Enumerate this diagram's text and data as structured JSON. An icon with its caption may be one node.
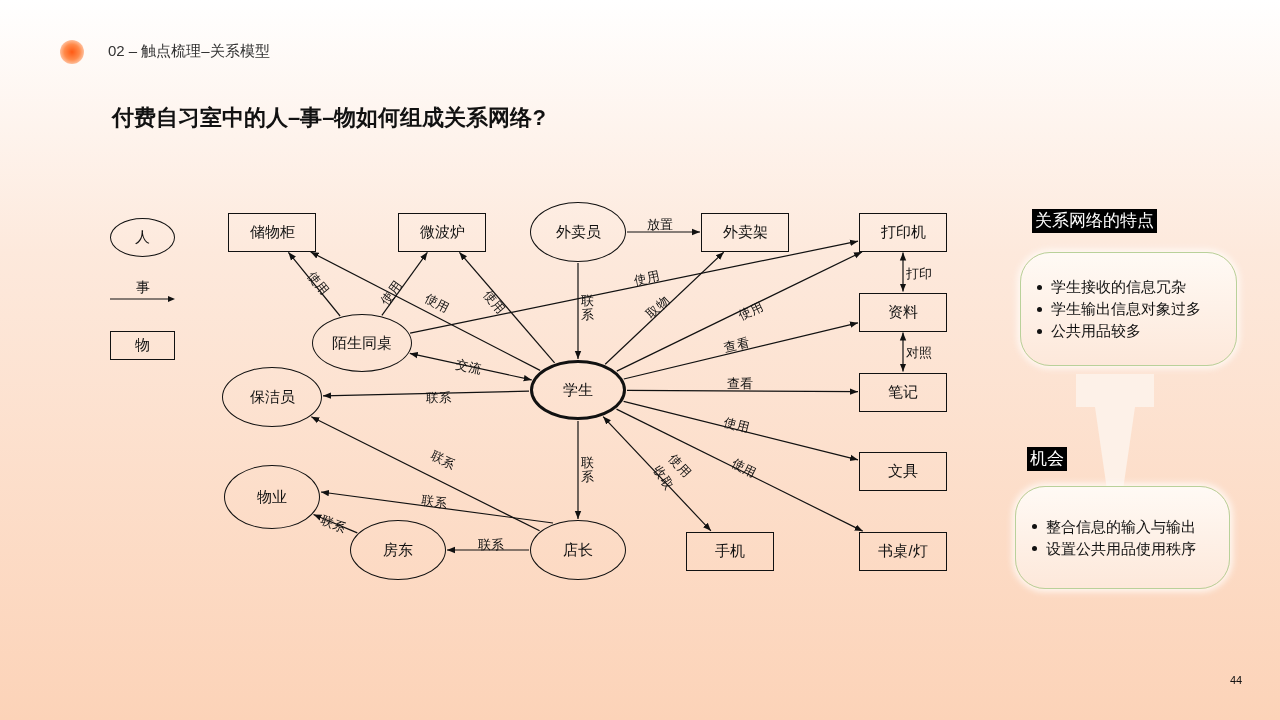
{
  "diagram": {
    "title": "付费自习室中的人–事–物如何组成关系网络?",
    "nodes": [
      {
        "text": [
          "储物柜"
        ]
      },
      {
        "text": [
          "微波炉"
        ]
      },
      {
        "text": [
          "外卖员"
        ]
      },
      {
        "text": [
          "外卖架"
        ]
      },
      {
        "text": [
          "打印机"
        ]
      },
      {
        "text": [
          "陌生同桌"
        ]
      },
      {
        "text": [
          "资料"
        ]
      },
      {
        "text": [
          "保洁员"
        ]
      },
      {
        "text": [
          "学生"
        ]
      },
      {
        "text": [
          "笔记"
        ]
      },
      {
        "text": [
          "文具"
        ]
      },
      {
        "text": [
          "物业"
        ]
      },
      {
        "text": [
          "房东"
        ]
      },
      {
        "text": [
          "店长"
        ]
      },
      {
        "text": [
          "手机"
        ]
      },
      {
        "text": [
          "书桌/灯"
        ]
      },
      {
        "text": [
          "关系网络的特点",
          "学生接收的信息冗杂",
          "学生输出信息对象过多",
          "公共用品较多"
        ]
      },
      {
        "text": [
          "机会",
          "整合信息的输入与输出",
          "设置公共用品使用秩序"
        ]
      }
    ],
    "edges": [
      {
        "from": 2,
        "to": 3,
        "arrow": "to",
        "label": "放置"
      },
      {
        "from": 2,
        "to": 8,
        "arrow": "to",
        "label": "联系"
      },
      {
        "from": 5,
        "to": 0,
        "arrow": "to",
        "label": "使用"
      },
      {
        "from": 5,
        "to": 1,
        "arrow": "to",
        "label": "使用"
      },
      {
        "from": 8,
        "to": 0,
        "arrow": "to",
        "label": "使用"
      },
      {
        "from": 8,
        "to": 1,
        "arrow": "to",
        "label": "使用"
      },
      {
        "from": 5,
        "to": 4,
        "arrow": "to",
        "label": "使用"
      },
      {
        "from": 5,
        "to": 8,
        "arrow": "both",
        "label": "交流"
      },
      {
        "from": 8,
        "to": 3,
        "arrow": "to",
        "label": "取物"
      },
      {
        "from": 8,
        "to": 4,
        "arrow": "to",
        "label": "使用"
      },
      {
        "from": 8,
        "to": 6,
        "arrow": "to",
        "label": "查看"
      },
      {
        "from": 4,
        "to": 6,
        "arrow": "both",
        "label": "打印"
      },
      {
        "from": 6,
        "to": 9,
        "arrow": "both",
        "label": "对照"
      },
      {
        "from": 8,
        "to": 9,
        "arrow": "to",
        "label": "查看"
      },
      {
        "from": 8,
        "to": 7,
        "arrow": "to",
        "label": "联系"
      },
      {
        "from": 8,
        "to": 10,
        "arrow": "to",
        "label": "使用"
      },
      {
        "from": 8,
        "to": 14,
        "arrow": "both",
        "label": "使用"
      },
      {
        "from": 8,
        "to": 15,
        "arrow": "to",
        "label": "使用"
      },
      {
        "from": 8,
        "to": 13,
        "arrow": "to",
        "label": "联系"
      },
      {
        "from": 13,
        "to": 7,
        "arrow": "to",
        "label": "联系"
      },
      {
        "from": 13,
        "to": 11,
        "arrow": "to",
        "label": "联系"
      },
      {
        "from": 13,
        "to": 12,
        "arrow": "to",
        "label": "联系"
      },
      {
        "from": 12,
        "to": 11,
        "arrow": "to",
        "label": "联系"
      },
      {
        "from": 16,
        "to": 17,
        "arrow": "to",
        "style": "thick",
        "color": "#fdf1e8"
      }
    ],
    "labels": [
      "02 – 触点梳理–关系模型",
      "收取",
      "44"
    ],
    "legend": [
      {
        "text": "人"
      },
      {
        "text": "事"
      },
      {
        "text": "物"
      }
    ]
  }
}
